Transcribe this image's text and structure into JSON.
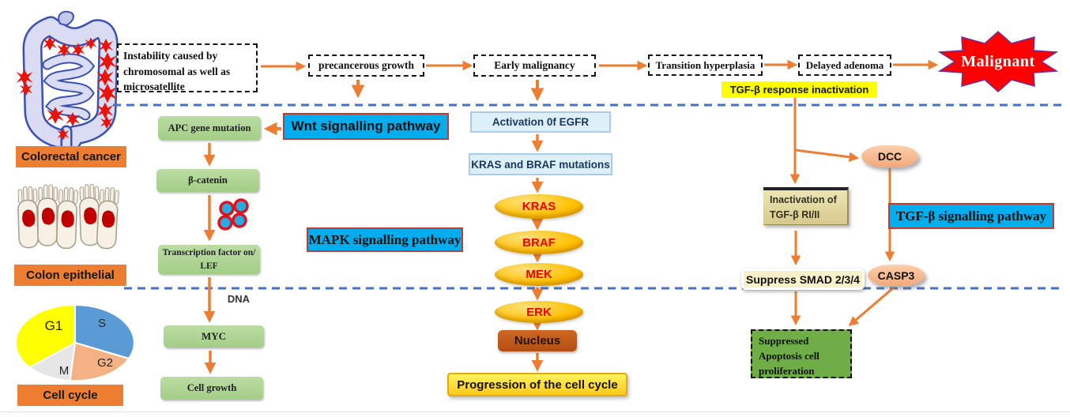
{
  "progression_stages": {
    "instability": "Instability caused by chromosomal as well as microsatellite",
    "precancerous": "precancerous growth",
    "early_malignancy": "Early malignancy",
    "transition_hyperplasia": "Transition hyperplasia",
    "delayed_adenoma": "Delayed adenoma",
    "malignant": "Malignant"
  },
  "left_panel": {
    "colorectal_cancer_label": "Colorectal cancer",
    "colon_epithelial_label": "Colon epithelial",
    "cell_cycle_label": "Cell cycle",
    "cell_cycle_pie": {
      "type": "pie",
      "labels": [
        "G1",
        "S",
        "G2",
        "M"
      ],
      "colors": [
        "#FFFF00",
        "#5B9BD5",
        "#F4B183",
        "#E7E6E6"
      ]
    }
  },
  "wnt_pathway": {
    "label": "Wnt signalling pathway",
    "apc": "APC gene mutation",
    "beta_catenin": "β-catenin",
    "transcription_factor": "Transcription factor on/ LEF",
    "dna": "DNA",
    "myc": "MYC",
    "cell_growth": "Cell growth"
  },
  "mapk_pathway": {
    "label": "MAPK signalling pathway",
    "egfr": "Activation 0f EGFR",
    "mutations": "KRAS and BRAF mutations",
    "cascade": [
      "KRAS",
      "BRAF",
      "MEK",
      "ERK"
    ],
    "nucleus": "Nucleus",
    "progression": "Progression of the cell cycle"
  },
  "tgf_pathway": {
    "response_inactivation": "TGF-β response inactivation",
    "label": "TGF-β signalling pathway",
    "dcc": "DCC",
    "receptor_inactivation_line1": "Inactivation of",
    "receptor_inactivation_line2": "TGF-β RI/II",
    "suppress_smad": "Suppress SMAD 2/3/4",
    "casp3": "CASP3",
    "suppressed_apoptosis": "Suppressed Apoptosis cell proliferation"
  },
  "colors": {
    "arrow": "#ED7D31",
    "divider": "#4472C4",
    "pathway_box": "#00AEEF",
    "gene_box": "#A9D18E",
    "malignant": "#FF0000",
    "highlight": "#FFFF00"
  }
}
